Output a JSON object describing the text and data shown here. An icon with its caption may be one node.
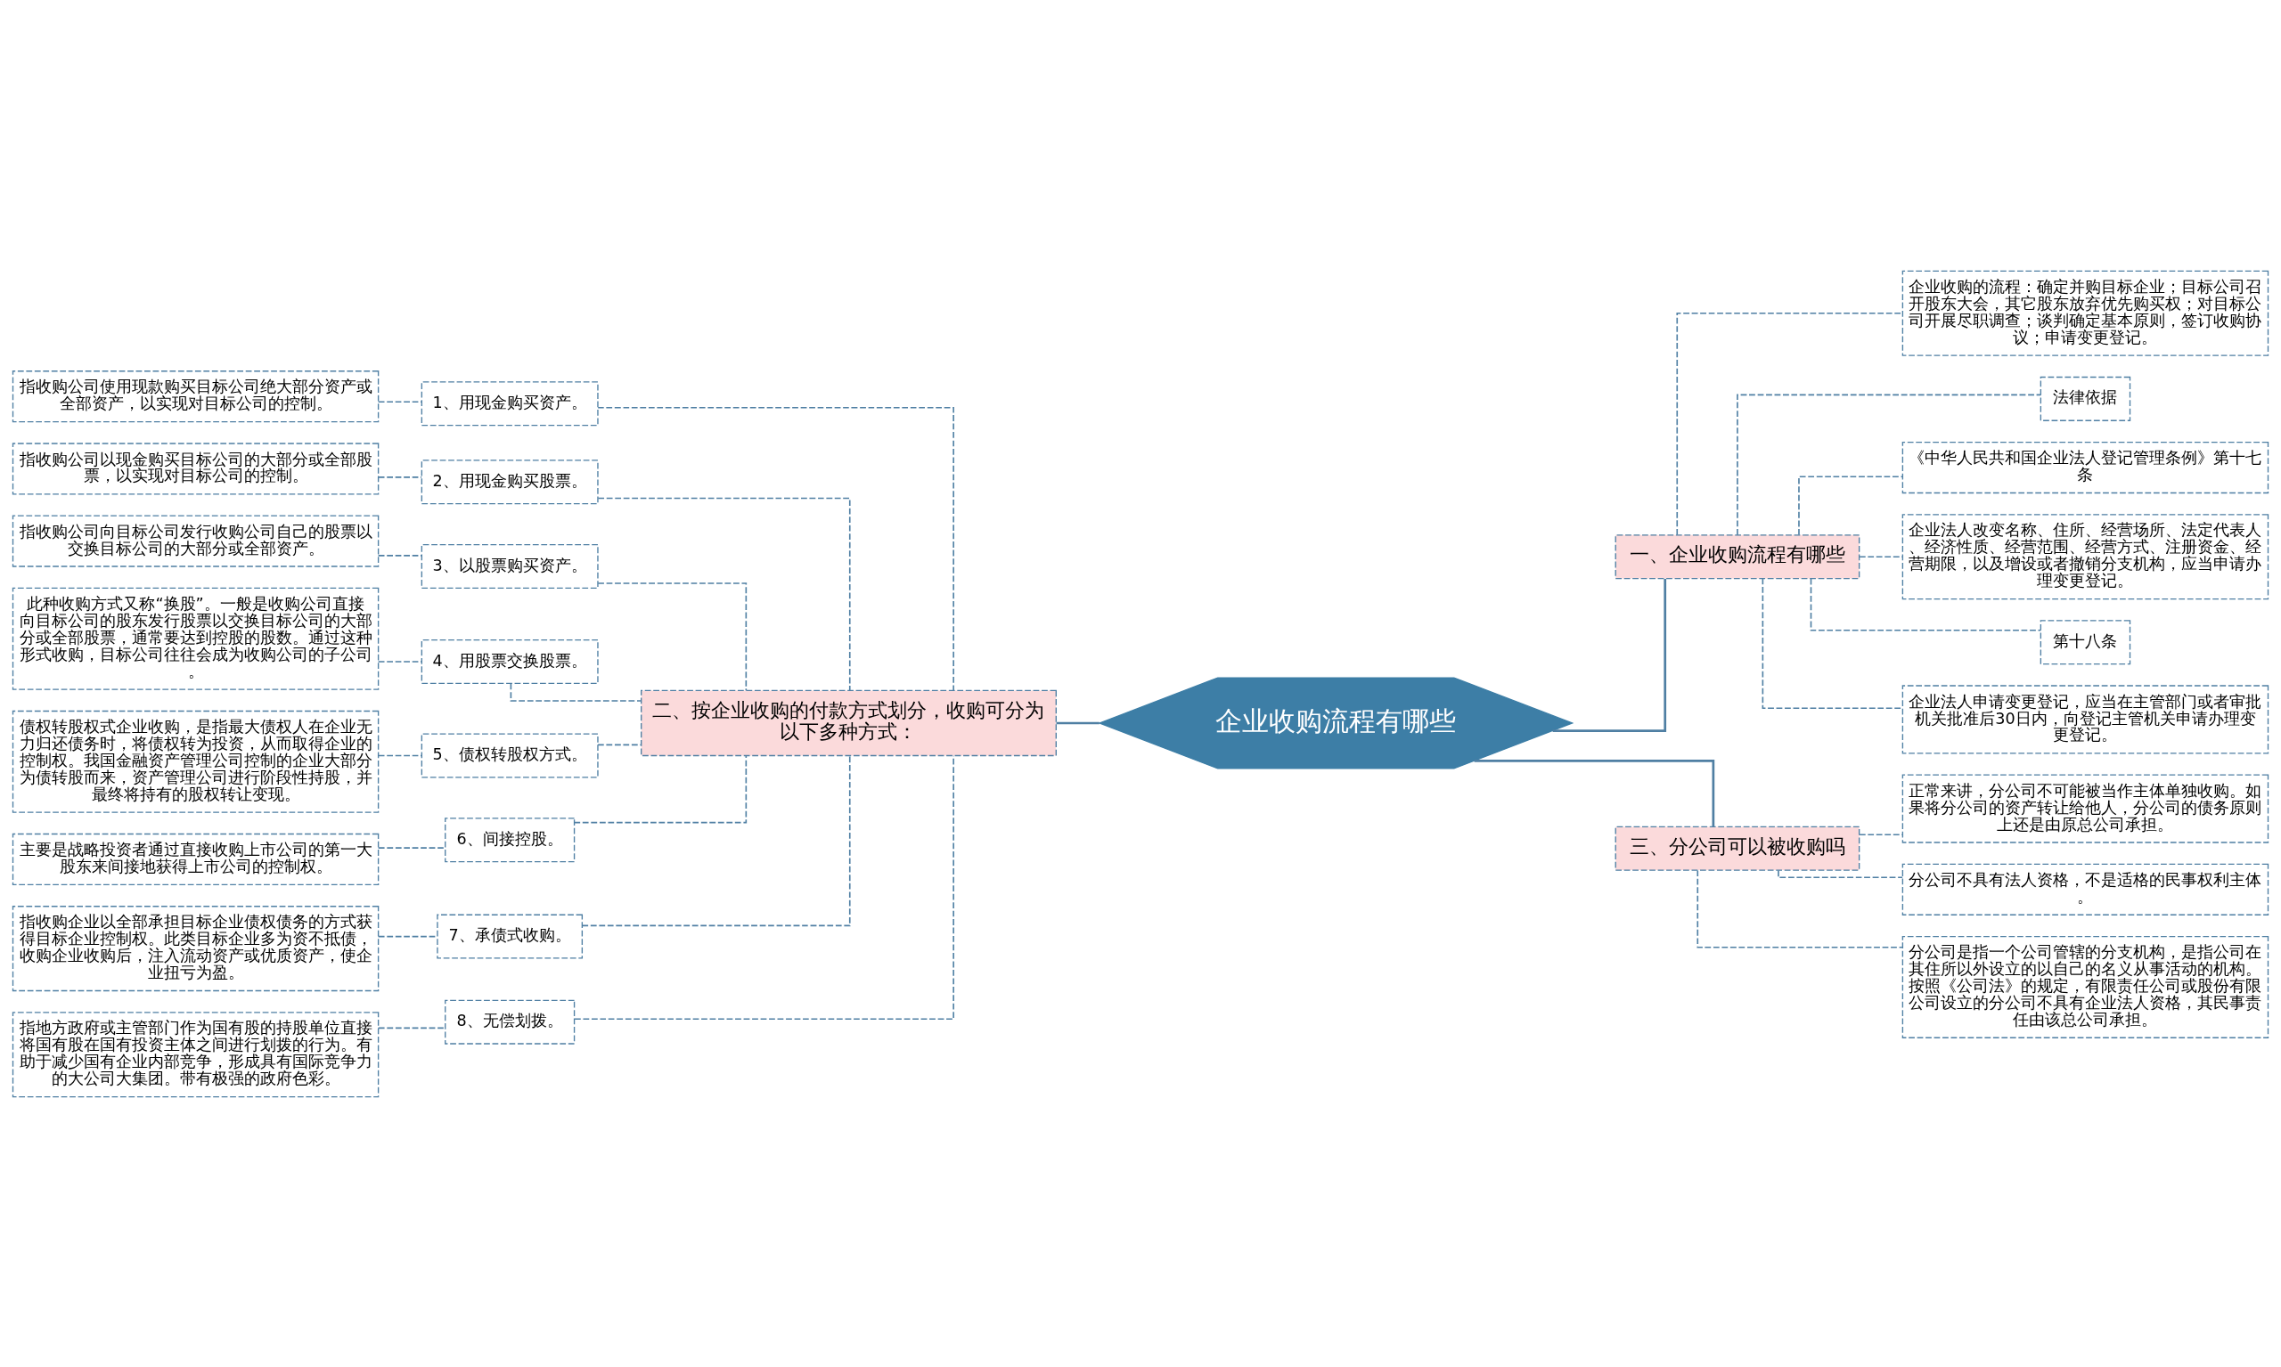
{
  "diagram": {
    "nodes": [
      {
        "text": [
          "企业收购流程有哪些"
        ]
      },
      {
        "text": [
          "二、按企业收购的付款方式划分，收购可分为以下多种方式："
        ]
      },
      {
        "text": [
          "1、用现金购买资产。"
        ]
      },
      {
        "text": [
          "指收购公司使用现款购买目标公司绝大部分资产或全部资产，以实现对目标公司的控制。"
        ]
      },
      {
        "text": [
          "2、用现金购买股票。"
        ]
      },
      {
        "text": [
          "指收购公司以现金购买目标公司的大部分或全部股票，以实现对目标公司的控制。"
        ]
      },
      {
        "text": [
          "3、以股票购买资产。"
        ]
      },
      {
        "text": [
          "指收购公司向目标公司发行收购公司自己的股票以交换目标公司的大部分或全部资产。"
        ]
      },
      {
        "text": [
          "4、用股票交换股票。"
        ]
      },
      {
        "text": [
          "此种收购方式又称“换股”。一般是收购公司直接向目标公司的股东发行股票以交换目标公司的大部分或全部股票，通常要达到控股的股数。通过这种形式收购，目标公司往往会成为收购公司的子公司。"
        ]
      },
      {
        "text": [
          "5、债权转股权方式。"
        ]
      },
      {
        "text": [
          "债权转股权式企业收购，是指最大债权人在企业无力归还债务时，将债权转为投资，从而取得企业的控制权。我国金融资产管理公司控制的企业大部分为债转股而来，资产管理公司进行阶段性持股，并最终将持有的股权转让变现。"
        ]
      },
      {
        "text": [
          "6、间接控股。"
        ]
      },
      {
        "text": [
          "主要是战略投资者通过直接收购上市公司的第一大股东来间接地获得上市公司的控制权。"
        ]
      },
      {
        "text": [
          "7、承债式收购。"
        ]
      },
      {
        "text": [
          "指收购企业以全部承担目标企业债权债务的方式获得目标企业控制权。此类目标企业多为资不抵债，收购企业收购后，注入流动资产或优质资产，使企业扭亏为盈。"
        ]
      },
      {
        "text": [
          "8、无偿划拨。"
        ]
      },
      {
        "text": [
          "指地方政府或主管部门作为国有股的持股单位直接将国有股在国有投资主体之间进行划拨的行为。有助于减少国有企业内部竞争，形成具有国际竞争力的大公司大集团。带有极强的政府色彩。"
        ]
      },
      {
        "text": [
          "一、企业收购流程有哪些"
        ]
      },
      {
        "text": [
          "企业收购的流程：确定并购目标企业；目标公司召开股东大会，其它股东放弃优先购买权；对目标公司开展尽职调查；谈判确定基本原则，签订收购协议；申请变更登记。"
        ]
      },
      {
        "text": [
          "法律依据"
        ]
      },
      {
        "text": [
          "《中华人民共和国企业法人登记管理条例》第十七条"
        ]
      },
      {
        "text": [
          "企业法人改变名称、住所、经营场所、法定代表人、经济性质、经营范围、经营方式、注册资金、经营期限，以及增设或者撤销分支机构，应当申请办理变更登记。"
        ]
      },
      {
        "text": [
          "第十八条"
        ]
      },
      {
        "text": [
          "企业法人申请变更登记，应当在主管部门或者审批机关批准后30日内，向登记主管机关申请办理变更登记。"
        ]
      },
      {
        "text": [
          "三、分公司可以被收购吗"
        ]
      },
      {
        "text": [
          "正常来讲，分公司不可能被当作主体单独收购。如果将分公司的资产转让给他人，分公司的债务原则上还是由原总公司承担。"
        ]
      },
      {
        "text": [
          "分公司不具有法人资格，不是适格的民事权利主体。"
        ]
      },
      {
        "text": [
          "分公司是指一个公司管辖的分支机构，是指公司在其住所以外设立的以自己的名义从事活动的机构。按照《公司法》的规定，有限责任公司或股份有限公司设立的分公司不具有企业法人资格，其民事责任由该总公司承担。"
        ]
      }
    ],
    "edges": [
      {
        "from": 0,
        "to": 1,
        "arrow": "none"
      },
      {
        "from": 1,
        "to": 2,
        "arrow": "none",
        "style": "dashed"
      },
      {
        "from": 2,
        "to": 3,
        "arrow": "none",
        "style": "dashed"
      },
      {
        "from": 1,
        "to": 4,
        "arrow": "none",
        "style": "dashed"
      },
      {
        "from": 4,
        "to": 5,
        "arrow": "none",
        "style": "dashed"
      },
      {
        "from": 1,
        "to": 6,
        "arrow": "none",
        "style": "dashed"
      },
      {
        "from": 6,
        "to": 7,
        "arrow": "none",
        "style": "dashed"
      },
      {
        "from": 1,
        "to": 8,
        "arrow": "none",
        "style": "dashed"
      },
      {
        "from": 8,
        "to": 9,
        "arrow": "none",
        "style": "dashed"
      },
      {
        "from": 1,
        "to": 10,
        "arrow": "none",
        "style": "dashed"
      },
      {
        "from": 10,
        "to": 11,
        "arrow": "none",
        "style": "dashed"
      },
      {
        "from": 1,
        "to": 12,
        "arrow": "none",
        "style": "dashed"
      },
      {
        "from": 12,
        "to": 13,
        "arrow": "none",
        "style": "dashed"
      },
      {
        "from": 1,
        "to": 14,
        "arrow": "none",
        "style": "dashed"
      },
      {
        "from": 14,
        "to": 15,
        "arrow": "none",
        "style": "dashed"
      },
      {
        "from": 1,
        "to": 16,
        "arrow": "none",
        "style": "dashed"
      },
      {
        "from": 16,
        "to": 17,
        "arrow": "none",
        "style": "dashed"
      },
      {
        "from": 0,
        "to": 18,
        "arrow": "none"
      },
      {
        "from": 18,
        "to": 19,
        "arrow": "none",
        "style": "dashed"
      },
      {
        "from": 18,
        "to": 20,
        "arrow": "none",
        "style": "dashed"
      },
      {
        "from": 18,
        "to": 21,
        "arrow": "none",
        "style": "dashed"
      },
      {
        "from": 18,
        "to": 22,
        "arrow": "none",
        "style": "dashed"
      },
      {
        "from": 18,
        "to": 23,
        "arrow": "none",
        "style": "dashed"
      },
      {
        "from": 18,
        "to": 24,
        "arrow": "none",
        "style": "dashed"
      },
      {
        "from": 0,
        "to": 25,
        "arrow": "none"
      },
      {
        "from": 25,
        "to": 26,
        "arrow": "none",
        "style": "dashed"
      },
      {
        "from": 25,
        "to": 27,
        "arrow": "none",
        "style": "dashed"
      },
      {
        "from": 25,
        "to": 28,
        "arrow": "none",
        "style": "dashed"
      }
    ]
  }
}
